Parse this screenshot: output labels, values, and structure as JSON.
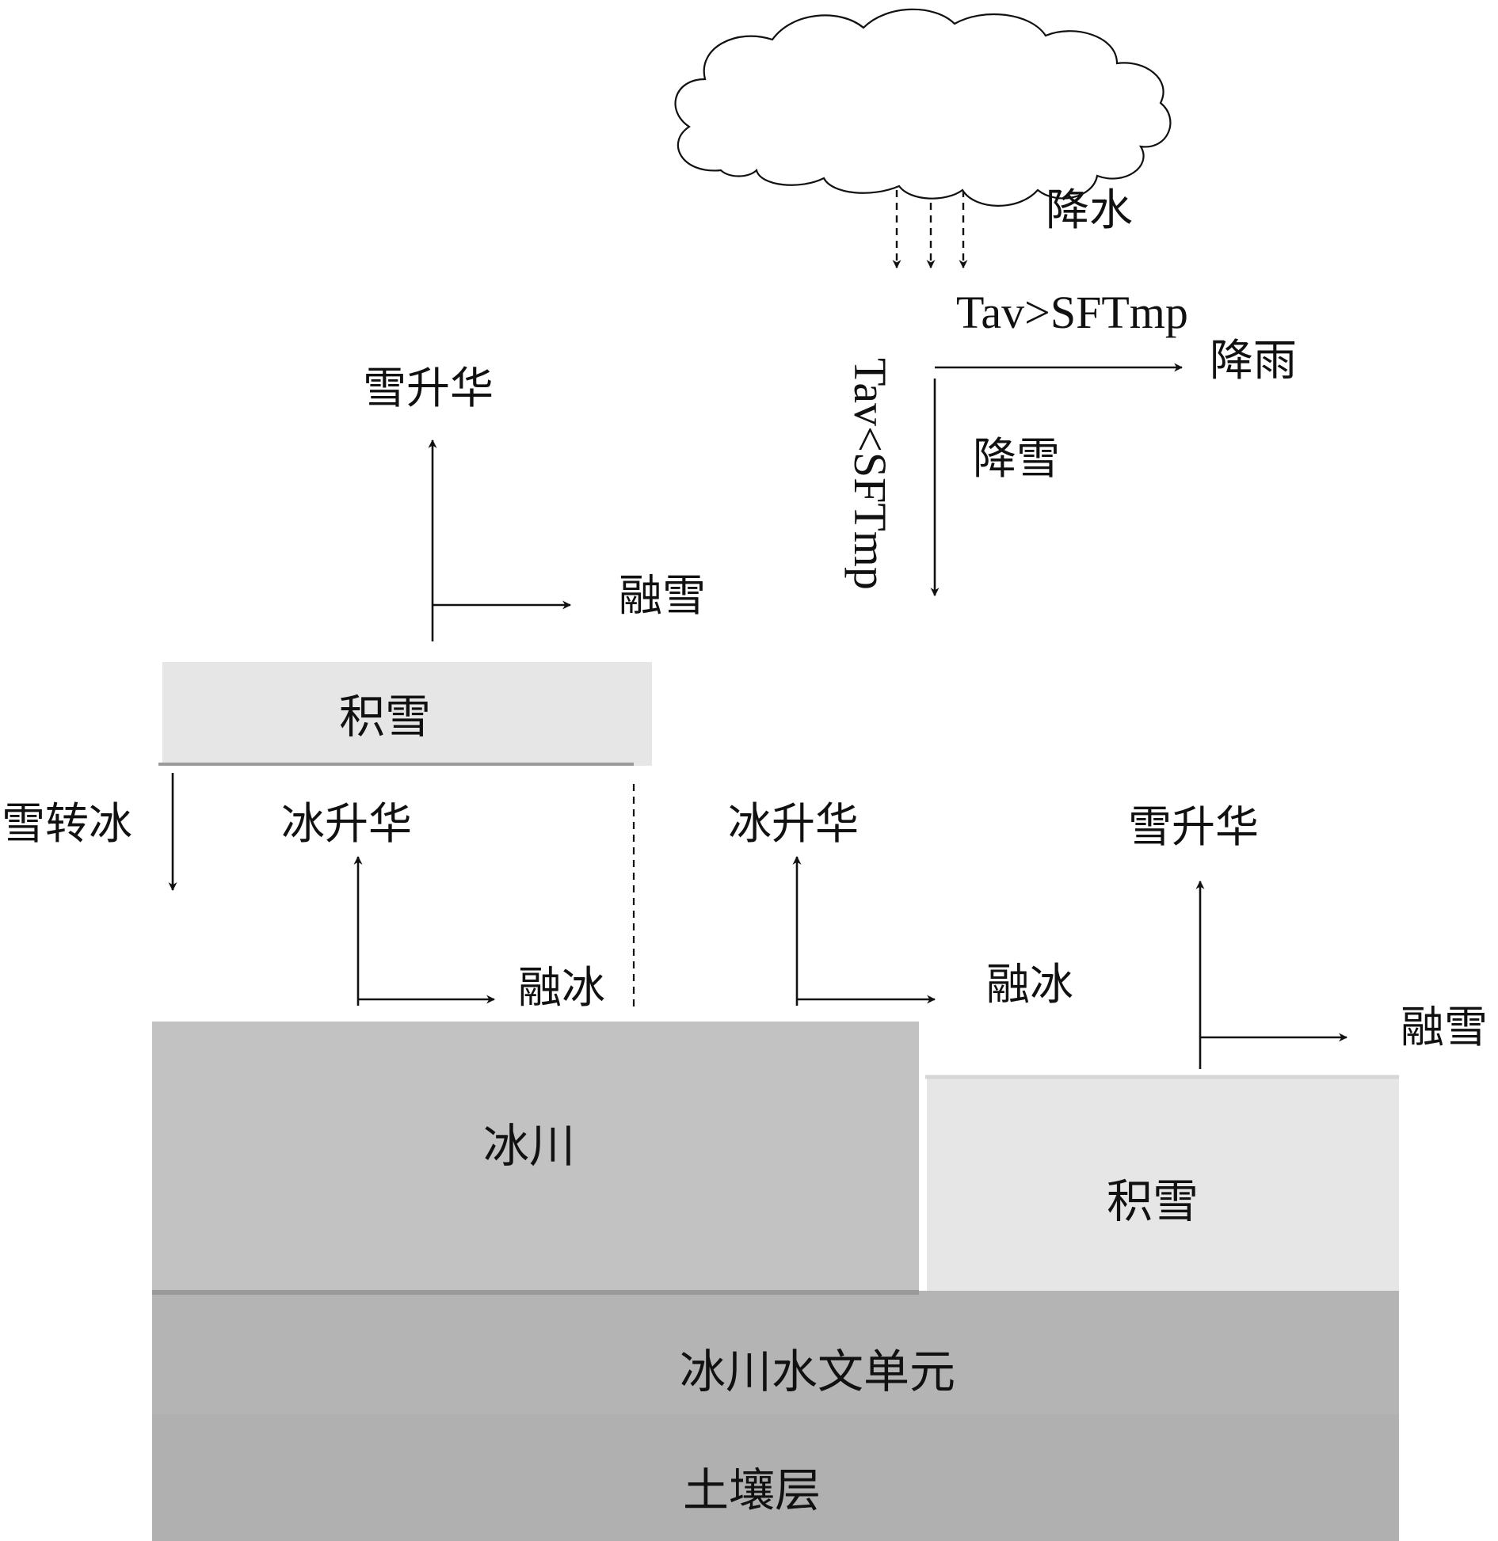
{
  "colors": {
    "snow_box": "#e6e6e6",
    "glacier_box": "#c2c2c2",
    "hydro_unit": "#b4b4b4",
    "soil": "#b0b0b0",
    "line": "#111111"
  },
  "labels": {
    "precipitation": "降水",
    "rain_condition": "Tav>SFTmp",
    "rain": "降雨",
    "snow_condition": "Tav<SFTmp",
    "snowfall": "降雪",
    "top_snow_sublimation": "雪升华",
    "top_snowmelt": "融雪",
    "snowpack_top": "积雪",
    "snow_to_ice": "雪转冰",
    "ice_sublimation_left": "冰升华",
    "ice_melt_left": "融冰",
    "ice_sublimation_mid": "冰升华",
    "ice_melt_mid": "融冰",
    "right_snow_sublimation": "雪升华",
    "right_snowmelt": "融雪",
    "glacier": "冰川",
    "snowpack_right": "积雪",
    "hydro_unit": "冰川水文单元",
    "soil_layer": "土壤层"
  }
}
